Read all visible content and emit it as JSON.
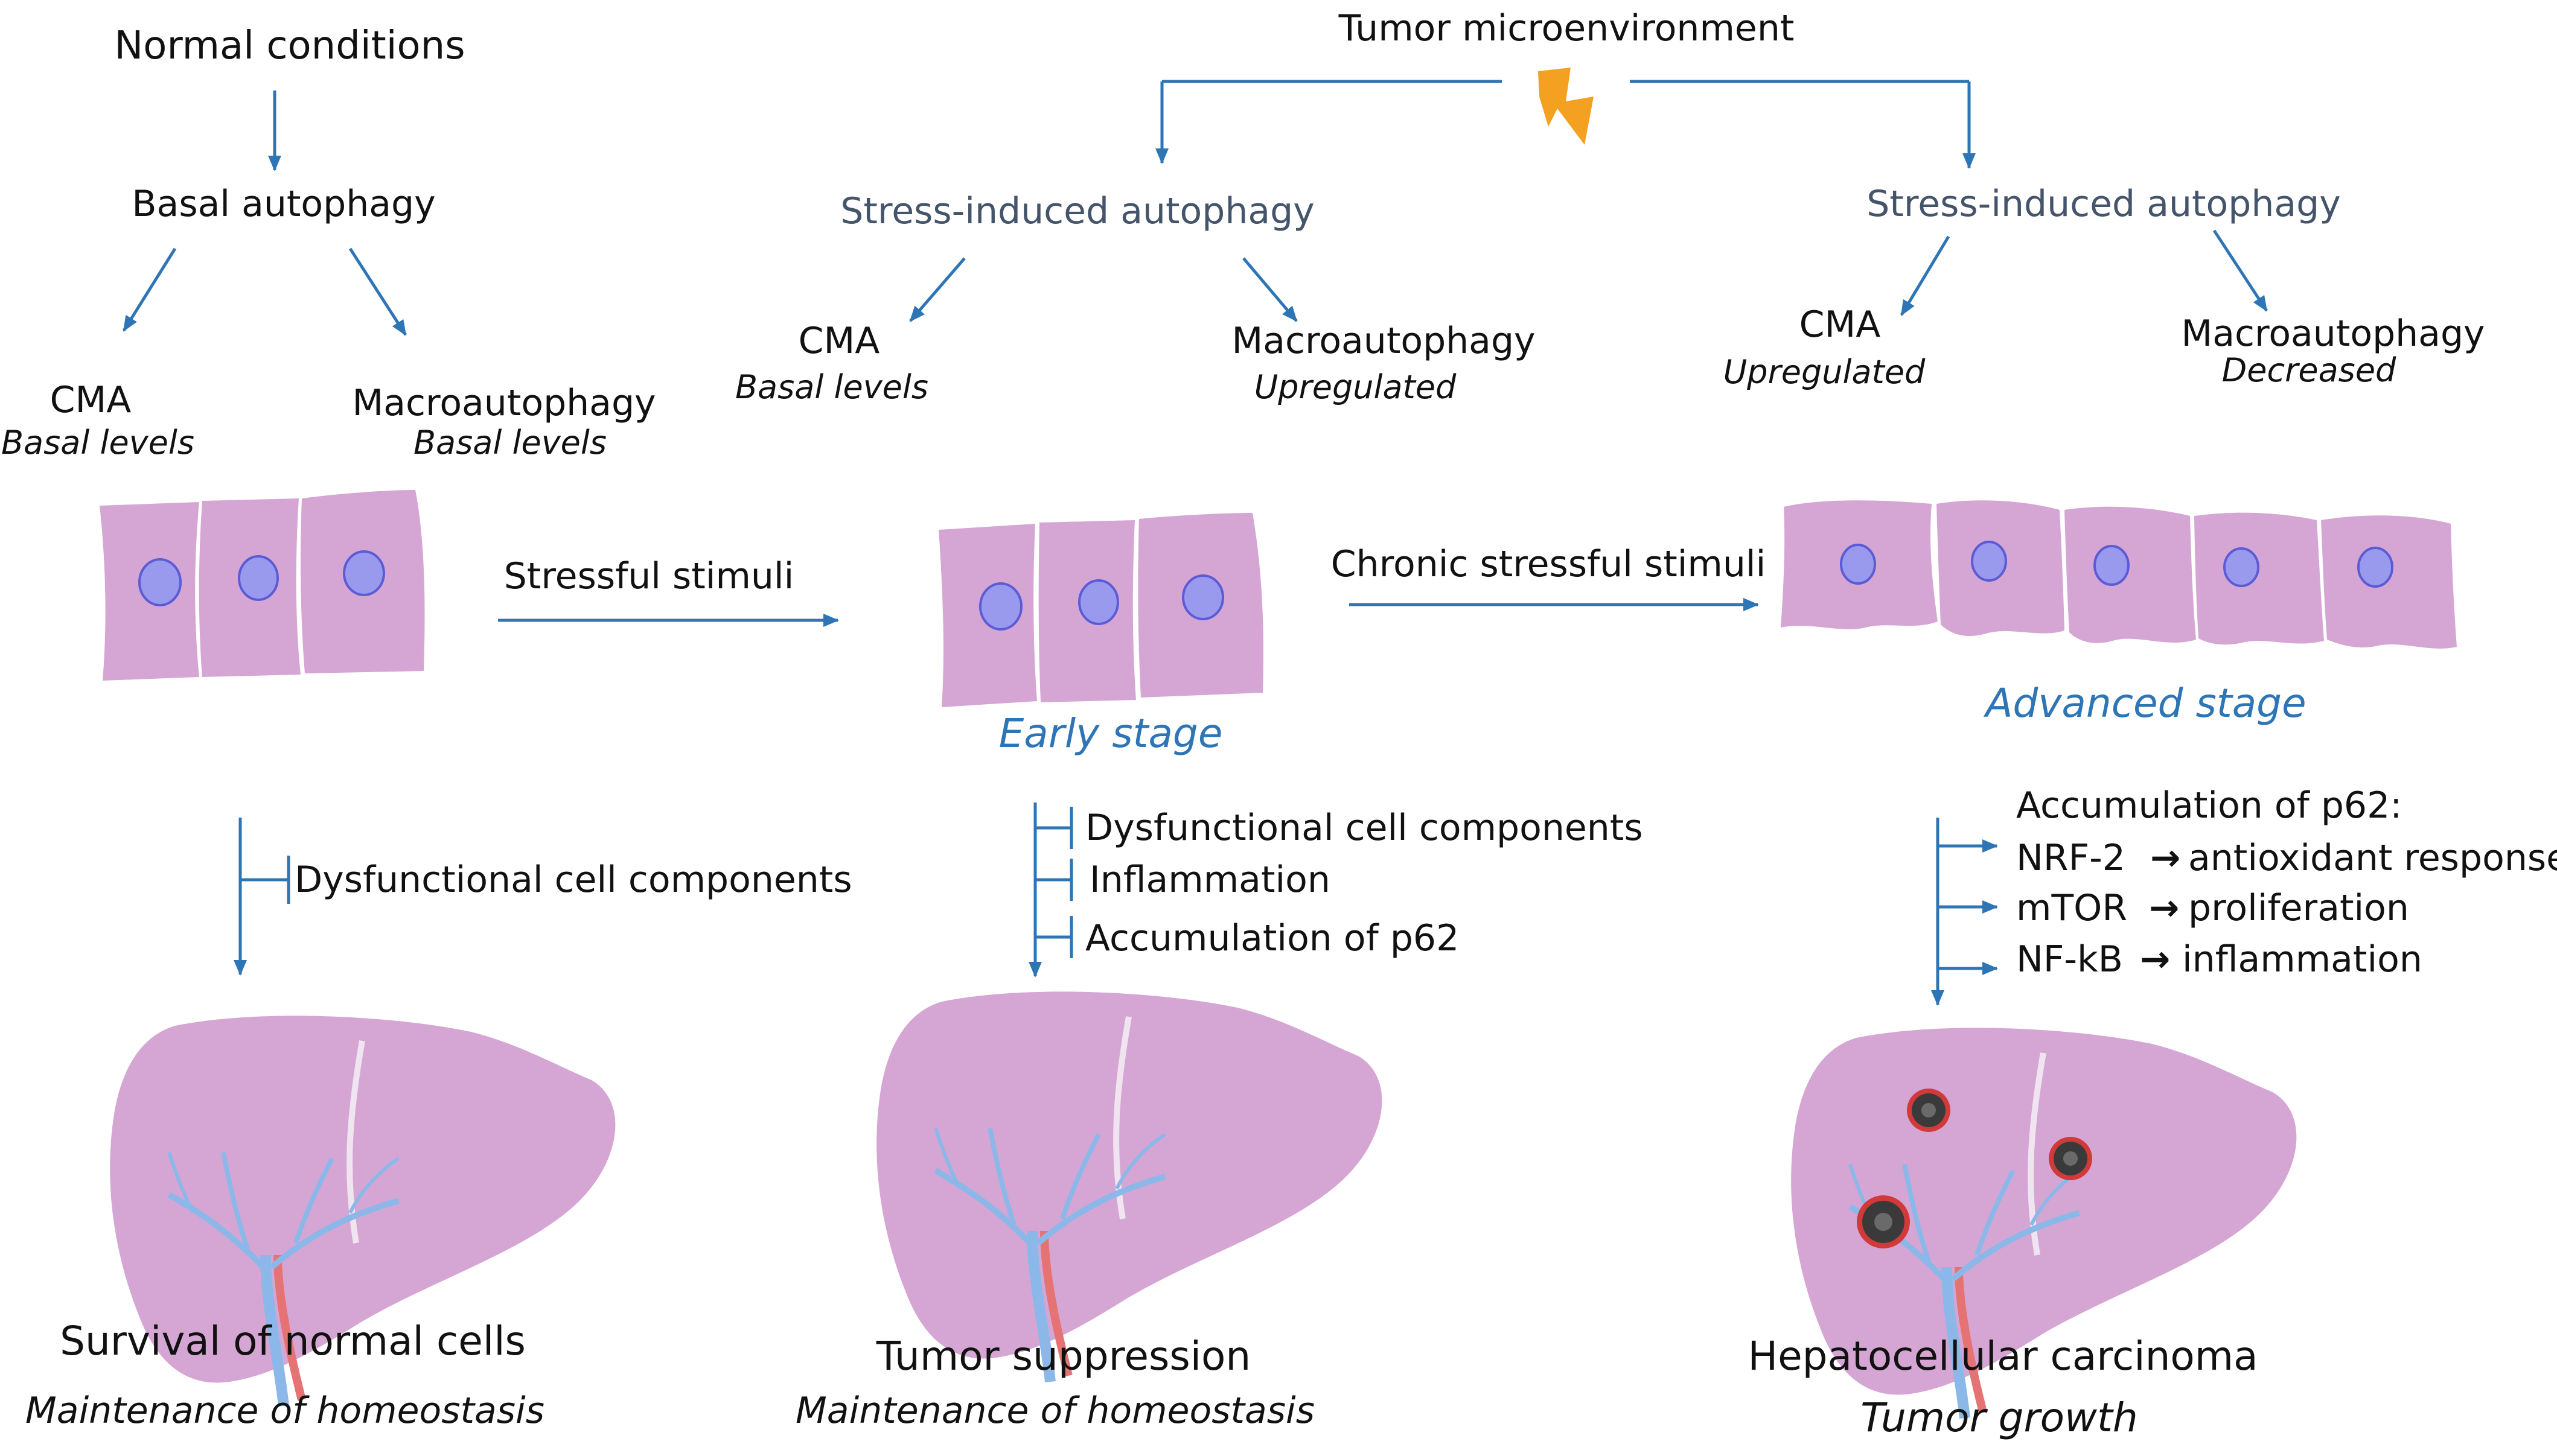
{
  "colors": {
    "arrow": "#2e75b6",
    "cell_fill": "#d5a6d4",
    "nucleus_fill": "#9999ee",
    "nucleus_stroke": "#5b5bd6",
    "liver_fill": "#d5a6d4",
    "stage_label": "#2e75b6",
    "stress_label": "#44546a",
    "lightning": "#f4a020",
    "tumor_ring": "#d23a3a",
    "tumor_core": "#3a3a3a"
  },
  "icons": {
    "lightning": "lightning-bolt-icon",
    "cells": "hepatocyte-cell-icon",
    "liver": "liver-icon",
    "tumor": "tumor-nodule-icon"
  },
  "top": {
    "tumor_microenvironment": "Tumor microenvironment"
  },
  "normal": {
    "title": "Normal conditions",
    "autophagy": "Basal autophagy",
    "cma": "CMA",
    "cma_level": "Basal levels",
    "macro": "Macroautophagy",
    "macro_level": "Basal levels",
    "inhibits": [
      "Dysfunctional cell components"
    ],
    "outcome": "Survival of normal cells",
    "outcome_sub": "Maintenance of homeostasis"
  },
  "transitions": {
    "stressful": "Stressful stimuli",
    "chronic": "Chronic stressful stimuli"
  },
  "early": {
    "autophagy": "Stress-induced  autophagy",
    "cma": "CMA",
    "cma_level": "Basal levels",
    "macro": "Macroautophagy",
    "macro_level": "Upregulated",
    "stage": "Early stage",
    "inhibits": [
      "Dysfunctional cell components",
      "Inflammation",
      "Accumulation of p62"
    ],
    "outcome": "Tumor suppression",
    "outcome_sub": "Maintenance of homeostasis"
  },
  "advanced": {
    "autophagy": "Stress-induced  autophagy",
    "cma": "CMA",
    "cma_level": "Upregulated",
    "macro": "Macroautophagy",
    "macro_level": "Decreased",
    "stage": "Advanced stage",
    "p62_header": "Accumulation of p62:",
    "pathways": [
      {
        "name": "NRF-2",
        "arrow": "→",
        "effect": "antioxidant response"
      },
      {
        "name": "mTOR",
        "arrow": "→",
        "effect": "proliferation"
      },
      {
        "name": "NF-kB",
        "arrow": "→",
        "effect": "inflammation"
      }
    ],
    "outcome": "Hepatocellular carcinoma",
    "outcome_sub": "Tumor growth"
  }
}
